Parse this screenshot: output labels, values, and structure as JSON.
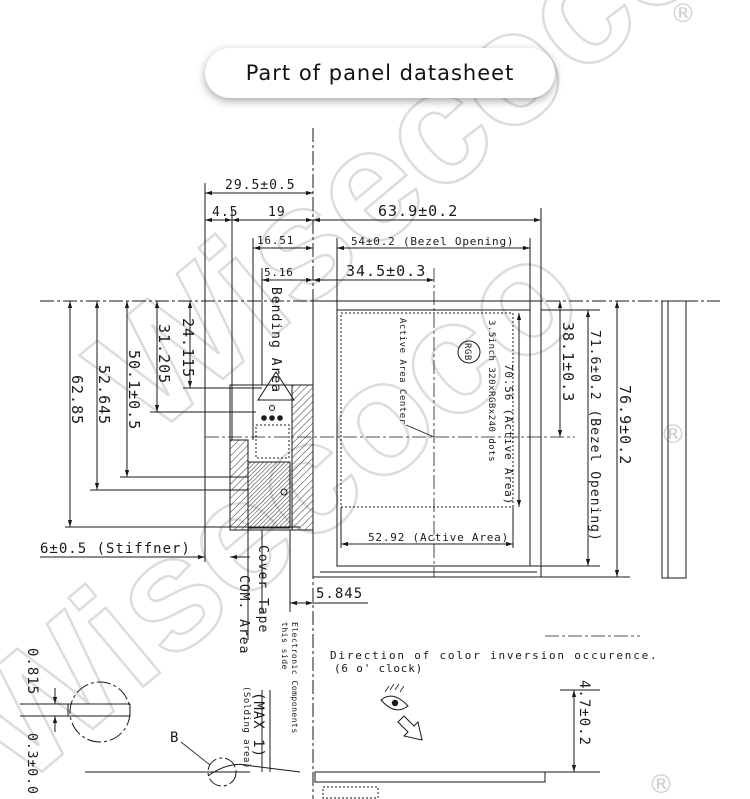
{
  "header": {
    "title": "Part of panel datasheet"
  },
  "watermark": {
    "text": "Wisecoco",
    "registered_mark": "®"
  },
  "drawing": {
    "top_dims": {
      "stiffener_total": "29.5±0.5",
      "stiffener_left": "4.5",
      "stiffener_right": "19",
      "panel_width": "63.9±0.2",
      "fpc_offset": "16.51",
      "bezel_width": "54±0.2 (Bezel Opening)",
      "fpc_inner_offset": "5.16",
      "active_center_x": "34.5±0.3"
    },
    "left_dims": {
      "d1": "24.115",
      "d2": "31.205",
      "d3": "50.1±0.5",
      "d4": "52.645",
      "d5": "62.85"
    },
    "right_dims": {
      "active_center_y": "38.1±0.3",
      "bezel_height": "71.6±0.2 (Bezel Opening)",
      "panel_height": "76.9±0.2"
    },
    "labels": {
      "bending_area": "Bending Area",
      "active_area_center": "Active Area Center",
      "panel_spec": "3.5inch 320xRGBx240 dots",
      "active_area_height": "70.56 (Active Area)",
      "active_area_width": "52.92 (Active Area)",
      "rgb": "RGB",
      "stiffener": "6±0.5 (Stiffner)",
      "cover_tape": "Cover Tape",
      "com_area": "COM. Area",
      "offset": "5.845",
      "electronic_components": "Electronic Components",
      "this_side": "this side",
      "inversion_direction": "Direction of color inversion occurence.",
      "inversion_clock": "(6 o' clock)"
    },
    "side_view": {
      "thickness_1": "0.815",
      "thickness_2": "0.3±0.0",
      "detail_b": "B",
      "max": "(MAX 1)",
      "soldering": "(Solding area)",
      "total_thickness": "4.7±0.2"
    }
  }
}
